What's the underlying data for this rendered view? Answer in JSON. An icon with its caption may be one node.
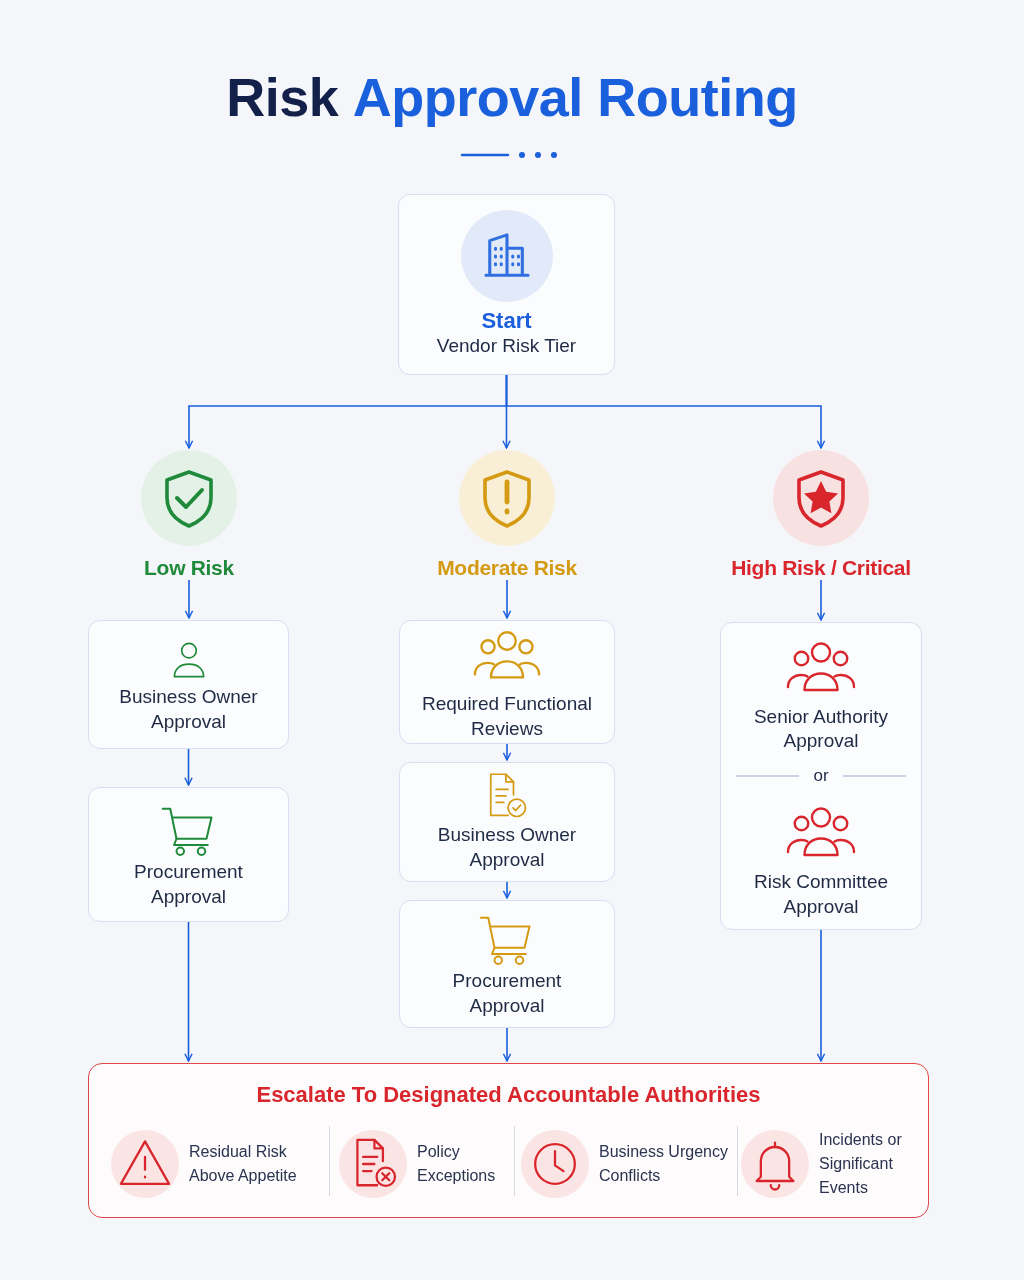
{
  "diagram": {
    "title": "Risk **Approval Routing**",
    "nodes": [
      {
        "text": [
          "Start",
          "Vendor Risk Tier"
        ]
      },
      {
        "text": [
          "Low Risk"
        ]
      },
      {
        "text": [
          "Moderate Risk"
        ]
      },
      {
        "text": [
          "High Risk / Critical"
        ]
      },
      {
        "text": [
          "Business Owner Approval"
        ]
      },
      {
        "text": [
          "Procurement Approval"
        ]
      },
      {
        "text": [
          "Required Functional Reviews"
        ]
      },
      {
        "text": [
          "Business Owner Approval"
        ]
      },
      {
        "text": [
          "Procurement Approval"
        ]
      },
      {
        "text": [
          "Senior Authority Approval",
          "or",
          "Risk Committee Approval"
        ]
      },
      {
        "text": [
          "Escalate To Designated Accountable Authorities"
        ]
      },
      {
        "text": [
          "Residual Risk Above Appetite"
        ],
        "in": 10
      },
      {
        "text": [
          "Policy Exceptions"
        ],
        "in": 10
      },
      {
        "text": [
          "Business Urgency Conflicts"
        ],
        "in": 10
      },
      {
        "text": [
          "Incidents or Significant Events"
        ],
        "in": 10
      }
    ],
    "edges": [
      {
        "from": 0,
        "to": 1,
        "arrow": "to"
      },
      {
        "from": 0,
        "to": 2,
        "arrow": "to"
      },
      {
        "from": 0,
        "to": 3,
        "arrow": "to"
      },
      {
        "from": 1,
        "to": 4,
        "arrow": "to"
      },
      {
        "from": 4,
        "to": 5,
        "arrow": "to"
      },
      {
        "from": 5,
        "to": 10,
        "arrow": "to"
      },
      {
        "from": 2,
        "to": 6,
        "arrow": "to"
      },
      {
        "from": 6,
        "to": 7,
        "arrow": "to"
      },
      {
        "from": 7,
        "to": 8,
        "arrow": "to"
      },
      {
        "from": 8,
        "to": 10,
        "arrow": "to"
      },
      {
        "from": 3,
        "to": 9,
        "arrow": "to"
      },
      {
        "from": 9,
        "to": 10,
        "arrow": "to"
      }
    ]
  }
}
